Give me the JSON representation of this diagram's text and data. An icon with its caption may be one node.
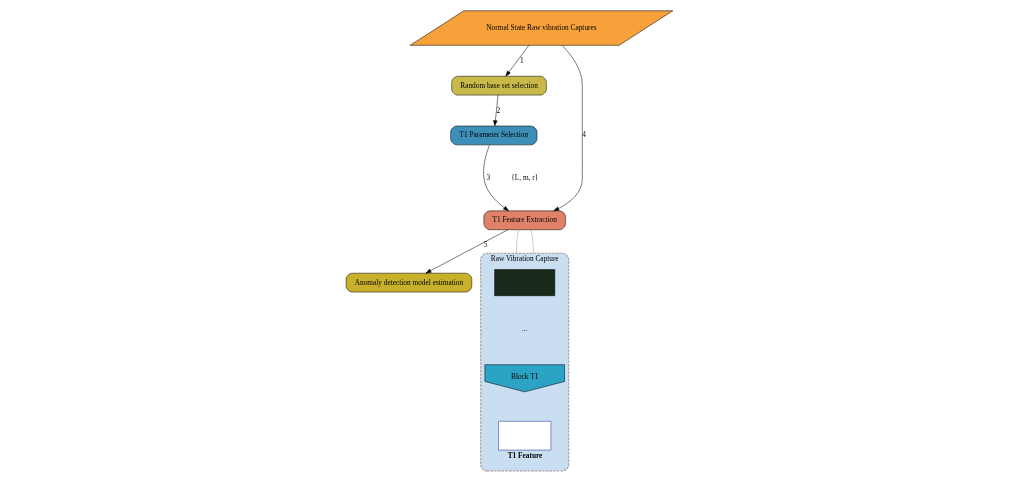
{
  "diagram": {
    "nodes": [
      {
        "text": [
          "Normal State Raw vibration Captures"
        ]
      },
      {
        "text": [
          "Random base set selection"
        ]
      },
      {
        "text": [
          "T1 Parameter Selection"
        ]
      },
      {
        "text": [
          "T1 Feature Extraction"
        ]
      },
      {
        "text": [
          "Anomaly detection model estimation"
        ]
      },
      {
        "text": [
          "Raw Vibration Capture"
        ]
      },
      {
        "text": [],
        "shape": "box",
        "in": 5
      },
      {
        "text": [
          "Block T1"
        ],
        "in": 5
      },
      {
        "text": [],
        "shape": "box",
        "in": 5,
        "beside": [
          "T1 Feature"
        ]
      }
    ],
    "edges": [
      {
        "from": 0,
        "to": 1,
        "arrow": "to",
        "label": "1"
      },
      {
        "from": 1,
        "to": 2,
        "arrow": "to",
        "label": "2"
      },
      {
        "from": 2,
        "to": 3,
        "arrow": "to",
        "label": "3"
      },
      {
        "from": 0,
        "to": 3,
        "arrow": "to",
        "label": "4"
      },
      {
        "from": 3,
        "to": 4,
        "arrow": "to",
        "label": "5"
      },
      {
        "from": 3,
        "to": 5,
        "arrow": "none",
        "color": "#a89a94"
      },
      {
        "from": 3,
        "to": 5,
        "arrow": "none",
        "color": "#a89a94"
      }
    ],
    "labels": [
      "{L, m, r}",
      "..."
    ]
  }
}
